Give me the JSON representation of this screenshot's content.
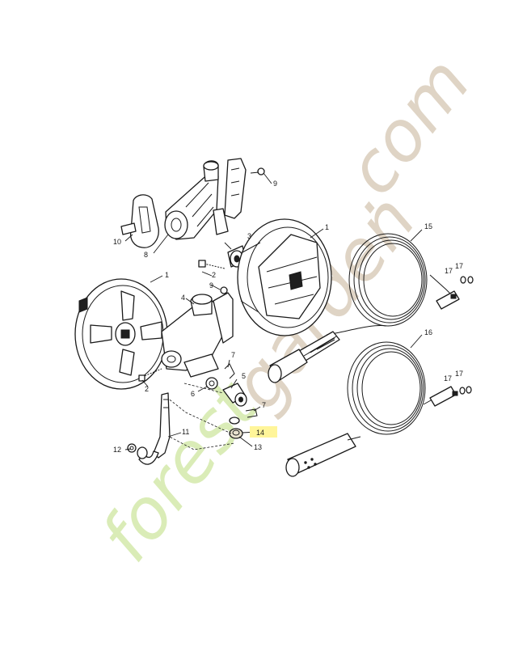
{
  "watermark": {
    "part1": "forest",
    "part2": "garden",
    "part3": ".com",
    "color_green": "#d6eab0",
    "color_beige": "#dcd0bf"
  },
  "highlight_color": "#fff59a",
  "callouts": {
    "c1a": "1",
    "c1b": "1",
    "c2a": "2",
    "c2b": "2",
    "c3": "3",
    "c4": "4",
    "c5": "5",
    "c6": "6",
    "c7a": "7",
    "c7b": "7",
    "c8": "8",
    "c9a": "9",
    "c9b": "9",
    "c10": "10",
    "c11": "11",
    "c12": "12",
    "c13": "13",
    "c14": "14",
    "c15": "15",
    "c16": "16",
    "c17a": "17",
    "c17b": "17",
    "c17c": "17",
    "c17d": "17"
  }
}
